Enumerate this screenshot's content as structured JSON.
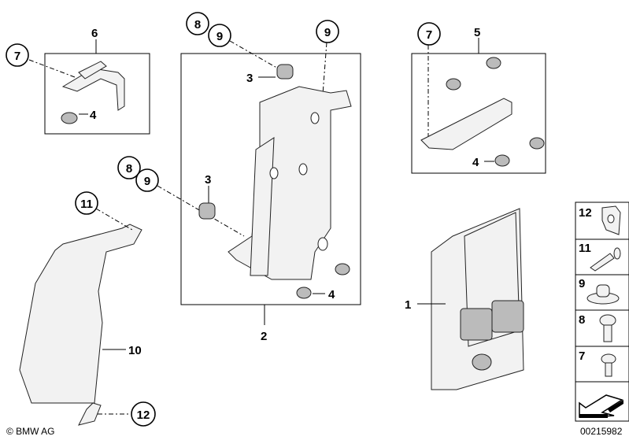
{
  "diagram": {
    "copyright": "© BMW AG",
    "drawing_number": "00215982",
    "callouts": {
      "group6": {
        "frame_label": "6",
        "circled_7": "7",
        "label_4": "4"
      },
      "group2": {
        "frame_label": "2",
        "circled_8": "8",
        "circled_9a": "9",
        "circled_9b": "9",
        "label_3a": "3",
        "label_3b": "3",
        "circled_8b": "8",
        "circled_9c": "9",
        "label_4": "4"
      },
      "group5": {
        "frame_label": "5",
        "circled_7": "7",
        "label_4": "4"
      },
      "trim": {
        "circled_11": "11",
        "label_10": "10",
        "circled_12": "12"
      },
      "module": {
        "label_1": "1"
      }
    },
    "legend": [
      {
        "label": "12",
        "icon": "clip-nut-icon"
      },
      {
        "label": "11",
        "icon": "expanding-rivet-icon"
      },
      {
        "label": "9",
        "icon": "grommet-icon"
      },
      {
        "label": "8",
        "icon": "screw-icon"
      },
      {
        "label": "7",
        "icon": "screw-small-icon"
      }
    ]
  }
}
